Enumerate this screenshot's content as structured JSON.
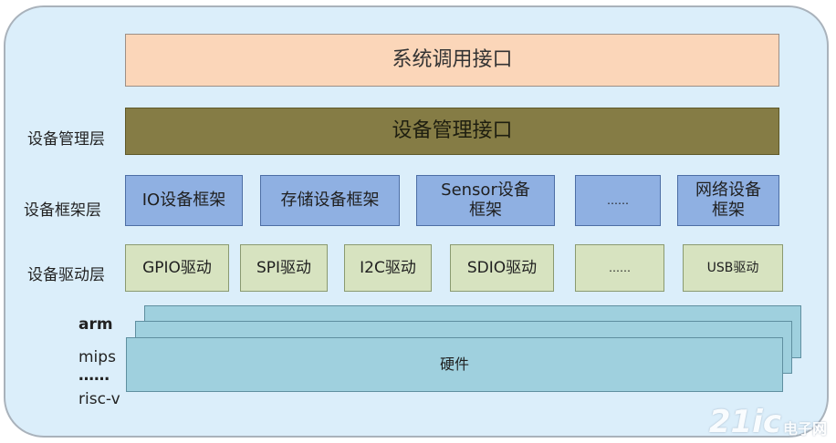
{
  "layers": {
    "syscall": "系统调用接口",
    "device_mgmt_interface": "设备管理接口",
    "framework": [
      "IO设备框架",
      "存储设备框架",
      "Sensor设备框架",
      "……",
      "网络设备框架"
    ],
    "drivers": [
      "GPIO驱动",
      "SPI驱动",
      "I2C驱动",
      "SDIO驱动",
      "……",
      "USB驱动"
    ],
    "hardware": "硬件"
  },
  "side_labels": {
    "device_mgmt_layer": "设备管理层",
    "device_framework_layer": "设备框架层",
    "device_driver_layer": "设备驱动层"
  },
  "architectures": [
    "arm",
    "mips",
    "……",
    "risc-v"
  ],
  "watermark": {
    "number": "21ic",
    "cn": "电子网",
    "sub": ""
  },
  "colors": {
    "syscall": "#fbd6b9",
    "device_mgmt": "#857c45",
    "framework": "#8fb0e2",
    "driver": "#d7e3c0",
    "hardware": "#9fd0de",
    "panel": "#dbeefa"
  }
}
